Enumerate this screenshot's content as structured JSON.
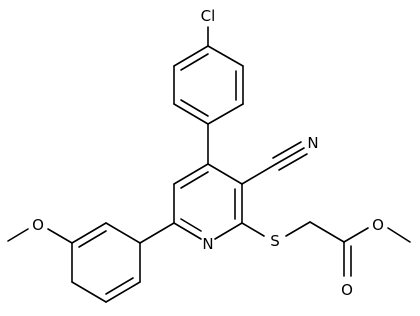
{
  "molecule": {
    "atoms": {
      "cl": "Cl",
      "n_nitrile": "N",
      "n_ring": "N",
      "s": "S",
      "o_methoxy": "O",
      "o_ester": "O",
      "o_carbonyl": "O"
    }
  }
}
